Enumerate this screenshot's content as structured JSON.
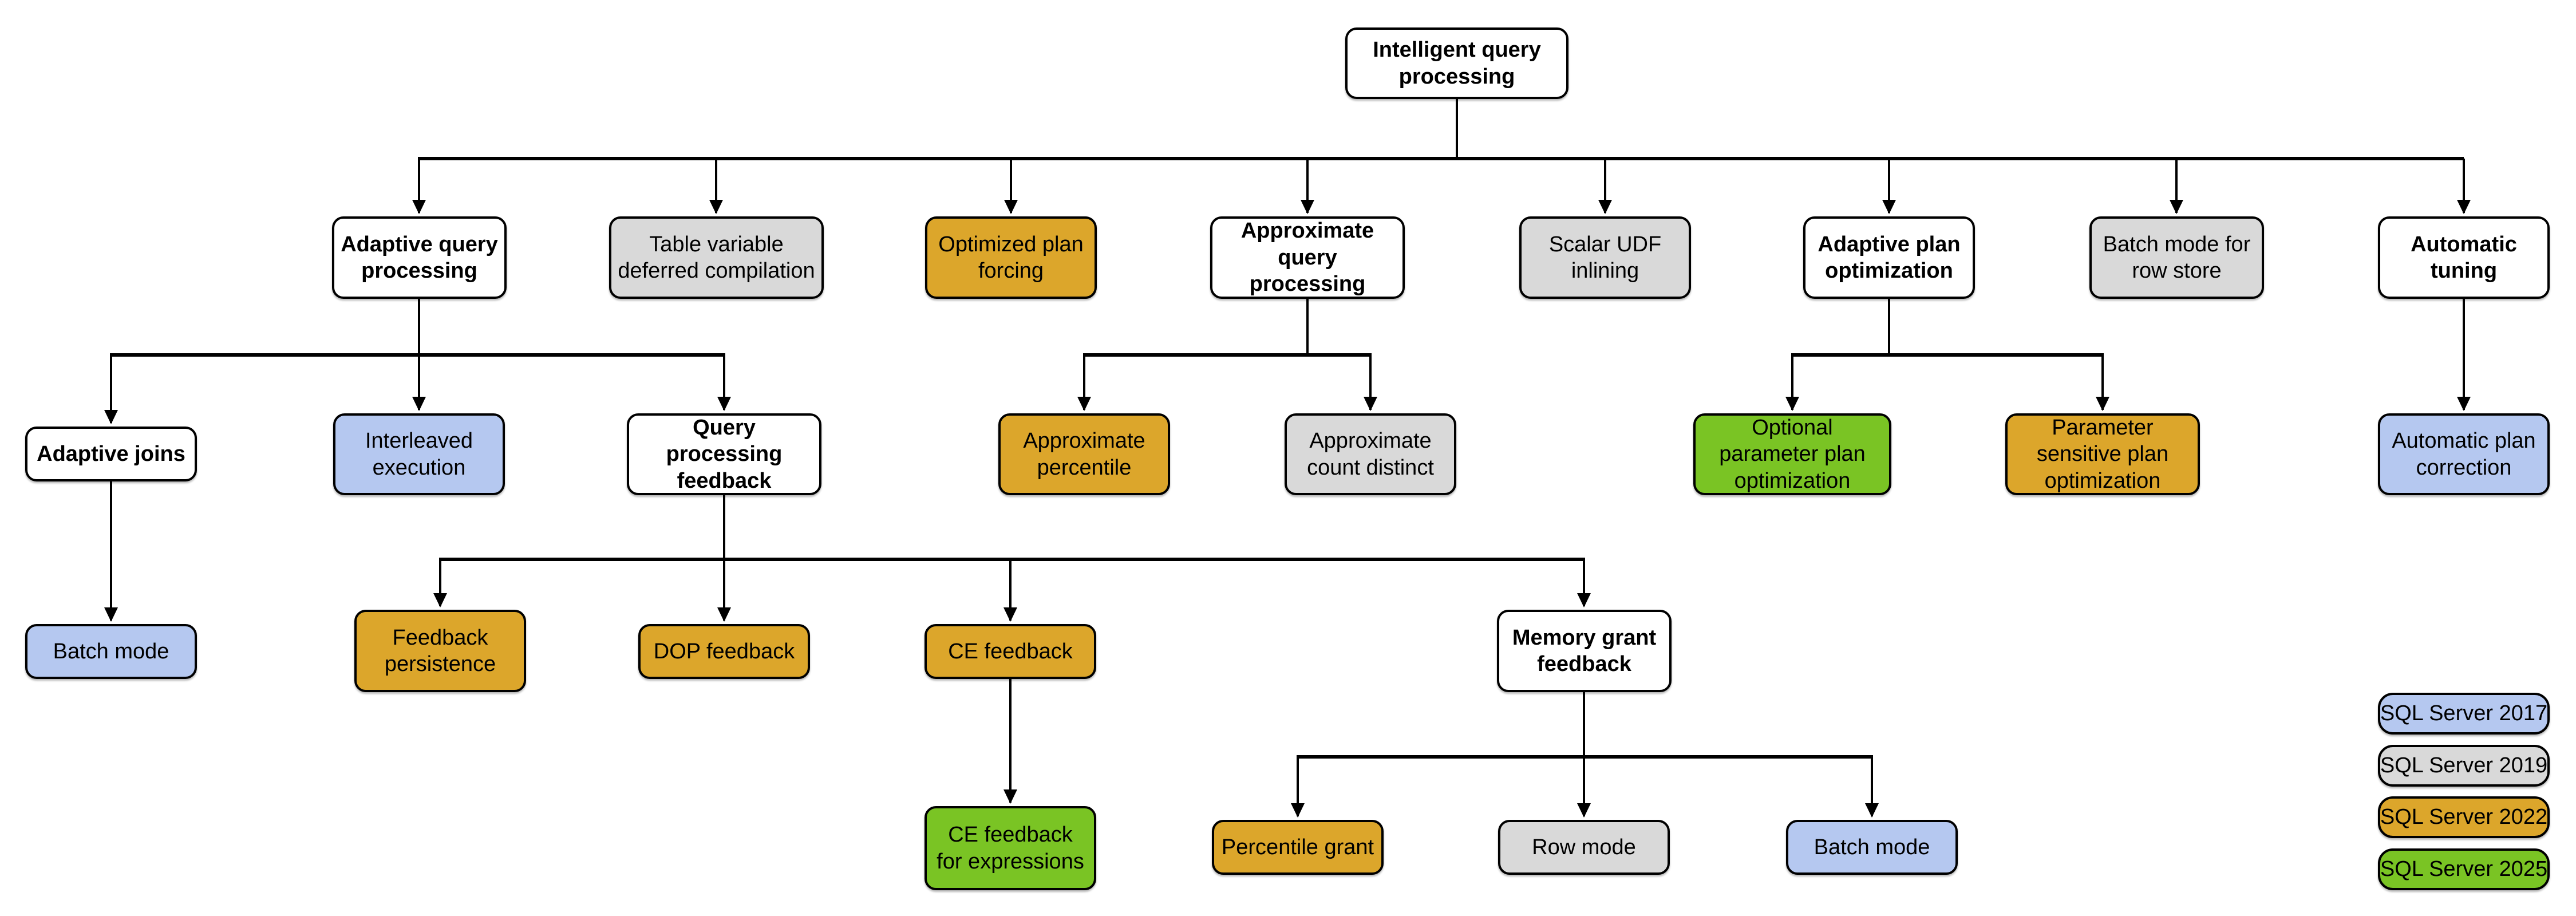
{
  "palette": {
    "white": "#ffffff",
    "sql2017": "#b5c8f0",
    "sql2019": "#d9d9d9",
    "sql2022": "#dca62b",
    "sql2025": "#7ac424"
  },
  "nodes": {
    "root": {
      "label": "Intelligent query processing",
      "version": "none"
    },
    "aqp": {
      "label": "Adaptive query processing",
      "version": "none"
    },
    "tvdc": {
      "label": "Table variable deferred compilation",
      "version": "SQL Server 2019"
    },
    "opf": {
      "label": "Optimized plan forcing",
      "version": "SQL Server 2022"
    },
    "axqp": {
      "label": "Approximate query processing",
      "version": "none"
    },
    "sudf": {
      "label": "Scalar UDF inlining",
      "version": "SQL Server 2019"
    },
    "apo": {
      "label": "Adaptive plan optimization",
      "version": "none"
    },
    "bmrs": {
      "label": "Batch mode for row store",
      "version": "SQL Server 2019"
    },
    "at": {
      "label": "Automatic tuning",
      "version": "none"
    },
    "aj": {
      "label": "Adaptive joins",
      "version": "none"
    },
    "ie": {
      "label": "Interleaved execution",
      "version": "SQL Server 2017"
    },
    "qpf": {
      "label": "Query processing feedback",
      "version": "none"
    },
    "ap": {
      "label": "Approximate percentile",
      "version": "SQL Server 2022"
    },
    "acd": {
      "label": "Approximate count distinct",
      "version": "SQL Server 2019"
    },
    "oppo": {
      "label": "Optional parameter plan optimization",
      "version": "SQL Server 2025"
    },
    "pspo": {
      "label": "Parameter sensitive plan optimization",
      "version": "SQL Server 2022"
    },
    "apc": {
      "label": "Automatic plan correction",
      "version": "SQL Server 2017"
    },
    "bm1": {
      "label": "Batch mode",
      "version": "SQL Server 2017"
    },
    "fp": {
      "label": "Feedback persistence",
      "version": "SQL Server 2022"
    },
    "dop": {
      "label": "DOP feedback",
      "version": "SQL Server 2022"
    },
    "cef": {
      "label": "CE feedback",
      "version": "SQL Server 2022"
    },
    "mgf": {
      "label": "Memory grant feedback",
      "version": "none"
    },
    "cefe": {
      "label": "CE feedback for expressions",
      "version": "SQL Server 2025"
    },
    "pg": {
      "label": "Percentile grant",
      "version": "SQL Server 2022"
    },
    "rm": {
      "label": "Row mode",
      "version": "SQL Server 2019"
    },
    "bm2": {
      "label": "Batch mode",
      "version": "SQL Server 2017"
    }
  },
  "legend": {
    "items": [
      {
        "label": "SQL Server 2017"
      },
      {
        "label": "SQL Server 2019"
      },
      {
        "label": "SQL Server 2022"
      },
      {
        "label": "SQL Server 2025"
      }
    ]
  }
}
